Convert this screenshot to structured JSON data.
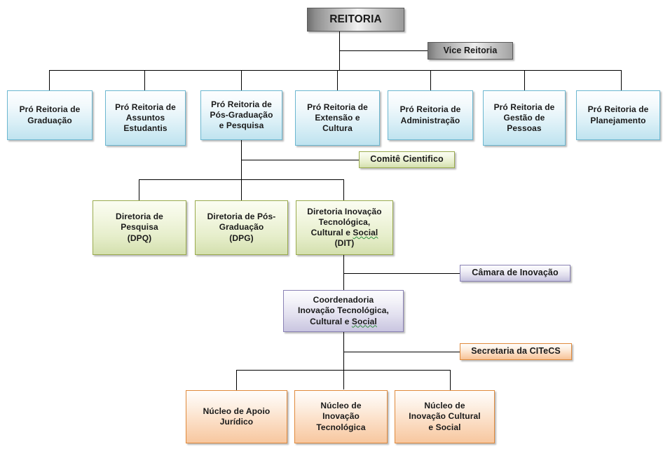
{
  "diagram": {
    "type": "organizational-chart",
    "title": "Organograma REITORIA",
    "language": "pt-BR",
    "colors": {
      "root_grey_border": "#5a5a5a",
      "blue_border": "#6cb7d0",
      "blue_fill": "#dcf0f7",
      "green_border": "#9aab4e",
      "green_fill": "#e6eecb",
      "purple_border": "#8a82b5",
      "purple_fill": "#e2e0ef",
      "orange_border": "#e08a3c",
      "orange_fill": "#fbdcc2",
      "connector_line": "#000000",
      "text": "#1a1a1a"
    },
    "levels": {
      "root": {
        "label": "REITORIA",
        "style": "grey"
      },
      "vice": {
        "label": "Vice Reitoria",
        "style": "grey"
      },
      "pro_reitorias": [
        {
          "label": "Pró Reitoria de\nGraduação",
          "style": "blue"
        },
        {
          "label": "Pró Reitoria de\nAssuntos\nEstudantis",
          "style": "blue"
        },
        {
          "label": "Pró Reitoria de\nPós-Graduação\ne Pesquisa",
          "style": "blue"
        },
        {
          "label": "Pró Reitoria de\nExtensão e\nCultura",
          "style": "blue"
        },
        {
          "label": "Pró Reitoria de\nAdministração",
          "style": "blue"
        },
        {
          "label": "Pró Reitoria de\nGestão de\nPessoas",
          "style": "blue"
        },
        {
          "label": "Pró Reitoria de\nPlanejamento",
          "style": "blue"
        }
      ],
      "comite": {
        "label": "Comitê Cientifico",
        "style": "green"
      },
      "diretorias": [
        {
          "label": "Diretoria de\nPesquisa\n(DPQ)",
          "style": "green"
        },
        {
          "label": "Diretoria de Pós-\nGraduação\n(DPG)",
          "style": "green"
        },
        {
          "label": "Diretoria Inovação\nTecnológica,\nCultural e Social\n(DIT)",
          "style": "green",
          "misspelled_word": "Social"
        }
      ],
      "camara": {
        "label": "Câmara de Inovação",
        "style": "purple"
      },
      "coordenadoria": {
        "label": "Coordenadoria\nInovação Tecnológica,\nCultural e Social",
        "style": "purple",
        "misspelled_word": "Social"
      },
      "secretaria": {
        "label": "Secretaria da CITeCS",
        "style": "orange"
      },
      "nucleos": [
        {
          "label": "Núcleo de Apoio\nJurídico",
          "style": "orange"
        },
        {
          "label": "Núcleo de\nInovação\nTecnológica",
          "style": "orange"
        },
        {
          "label": "Núcleo de\nInovação Cultural\ne Social",
          "style": "orange"
        }
      ]
    }
  }
}
